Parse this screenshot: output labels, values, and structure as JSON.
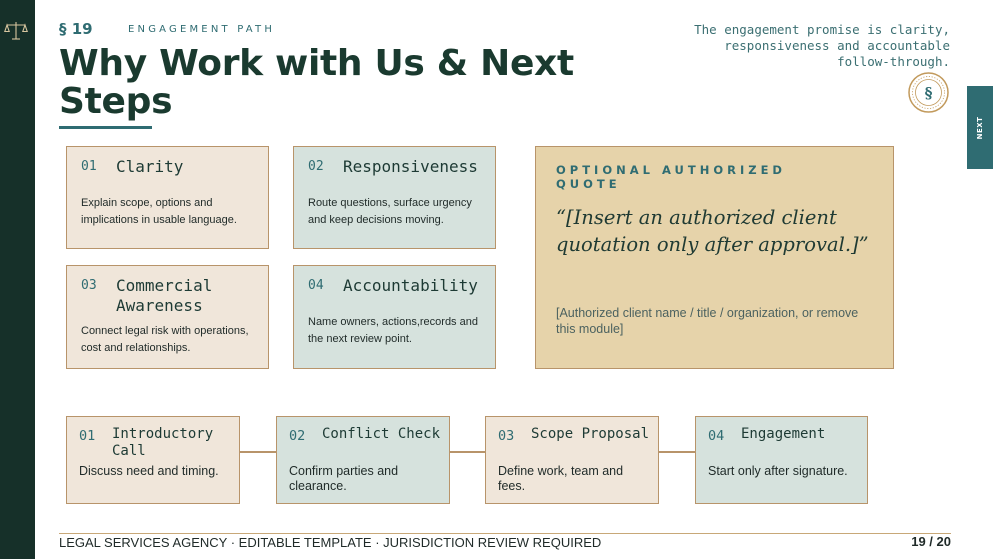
{
  "header": {
    "section_num": "§ 19",
    "section_label": "ENGAGEMENT PATH",
    "title": "Why Work with Us & Next Steps",
    "promise": "The engagement promise is clarity, responsiveness and accountable follow-through.",
    "seal_glyph": "§"
  },
  "nav": {
    "next_label": "NEXT"
  },
  "principles": [
    {
      "num": "01",
      "title": "Clarity",
      "desc": "Explain scope, options and implications in usable language."
    },
    {
      "num": "02",
      "title": "Responsiveness",
      "desc": "Route questions, surface urgency and keep decisions moving."
    },
    {
      "num": "03",
      "title": "Commercial Awareness",
      "desc": "Connect legal risk with operations, cost and relationships."
    },
    {
      "num": "04",
      "title": "Accountability",
      "desc": "Name owners, actions,records and the next review point."
    }
  ],
  "quote": {
    "label": "OPTIONAL AUTHORIZED QUOTE",
    "text": "“[Insert an authorized client quotation only after approval.]”",
    "attribution": "[Authorized client name / title / organization, or remove this module]"
  },
  "steps": [
    {
      "num": "01",
      "title": "Introductory Call",
      "desc": "Discuss need and timing."
    },
    {
      "num": "02",
      "title": "Conflict Check",
      "desc": "Confirm parties and clearance."
    },
    {
      "num": "03",
      "title": "Scope Proposal",
      "desc": "Define work, team and fees."
    },
    {
      "num": "04",
      "title": "Engagement",
      "desc": "Start only after signature."
    }
  ],
  "footer": {
    "text": "LEGAL SERVICES AGENCY · EDITABLE TEMPLATE · JURISDICTION REVIEW REQUIRED",
    "page": "19 / 20"
  },
  "colors": {
    "rail": "#163029",
    "accent_teal": "#2f6c72",
    "card_beige": "#f0e6da",
    "card_teal": "#d6e2dd",
    "quote_gold": "#e6d3aa",
    "border_tan": "#b8946a"
  },
  "icons": {
    "rail_icon": "scales-icon",
    "seal_icon": "section-seal-icon"
  }
}
